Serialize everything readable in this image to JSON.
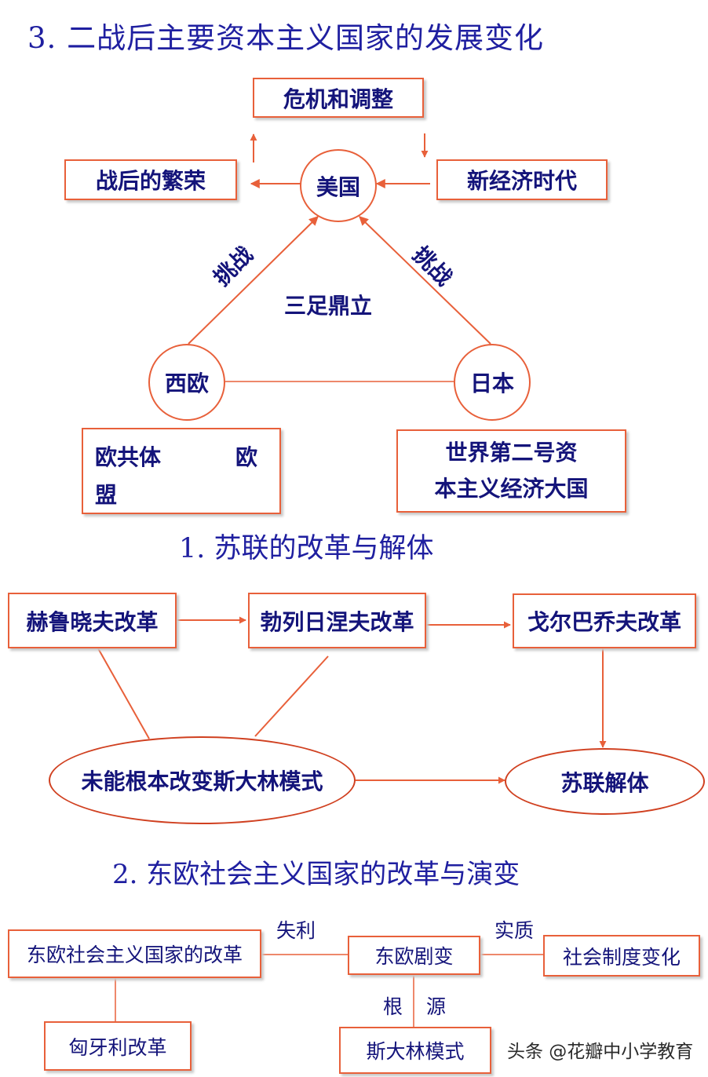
{
  "section3": {
    "title": "3. 二战后主要资本主义国家的发展变化",
    "nodes": {
      "crisis": "危机和调整",
      "prosperity": "战后的繁荣",
      "new_economy": "新经济时代",
      "usa": "美国",
      "western_europe": "西欧",
      "japan": "日本"
    },
    "challenge_left": "挑战",
    "challenge_right": "挑战",
    "center_label": "三足鼎立",
    "europe_box": {
      "from": "欧共体",
      "to": "欧",
      "to_cont": "盟"
    },
    "japan_box": {
      "line1": "世界第二号资",
      "line2": "本主义经济大国"
    }
  },
  "section1": {
    "title": "1. 苏联的改革与解体",
    "khrushchev": "赫鲁晓夫改革",
    "brezhnev": "勃列日涅夫改革",
    "gorbachev": "戈尔巴乔夫改革",
    "failed_stalin": "未能根本改变斯大林模式",
    "ussr_dissolution": "苏联解体"
  },
  "section2": {
    "title": "2. 东欧社会主义国家的改革与演变",
    "reforms": "东欧社会主义国家的改革",
    "upheaval": "东欧剧变",
    "system_change": "社会制度变化",
    "hungary": "匈牙利改革",
    "stalin_model": "斯大林模式",
    "label_failure": "失利",
    "label_essence": "实质",
    "label_root_1": "根",
    "label_root_2": "源"
  },
  "watermark": "头条 @花瓣中小学教育",
  "colors": {
    "arrow": "#e8603a",
    "text": "#14147a",
    "title": "#1f1fa0"
  }
}
